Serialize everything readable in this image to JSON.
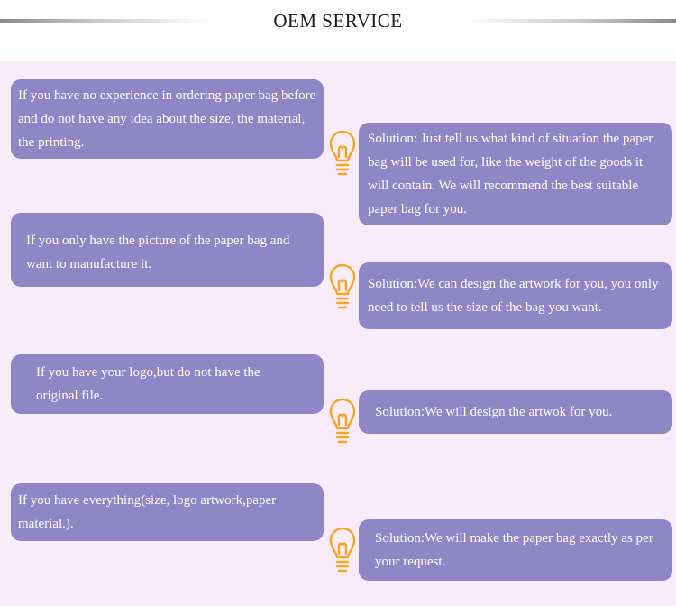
{
  "title": "OEM SERVICE",
  "accent": "#8f86c5",
  "background": "#f8ecfa",
  "bulb_color": "#f5a623",
  "items": [
    {
      "question": "If you have no experience in ordering paper bag before and do not have any idea about the size, the material, the printing.",
      "solution": "Solution: Just tell us what kind of situation the paper bag will be used for, like the weight of the goods it will contain. We will recommend the best suitable paper bag for you."
    },
    {
      "question": "If you only have the picture of the paper bag and want to manufacture it.",
      "solution": "Solution:We can design the artwork for you, you only need to tell us the size of the bag you want."
    },
    {
      "question": "If you have your logo,but do not have the original file.",
      "solution": "Solution:We will design the artwok for you."
    },
    {
      "question": "If you have everything(size, logo artwork,paper material.).",
      "solution": "Solution:We will make the paper bag exactly as per your request."
    }
  ]
}
